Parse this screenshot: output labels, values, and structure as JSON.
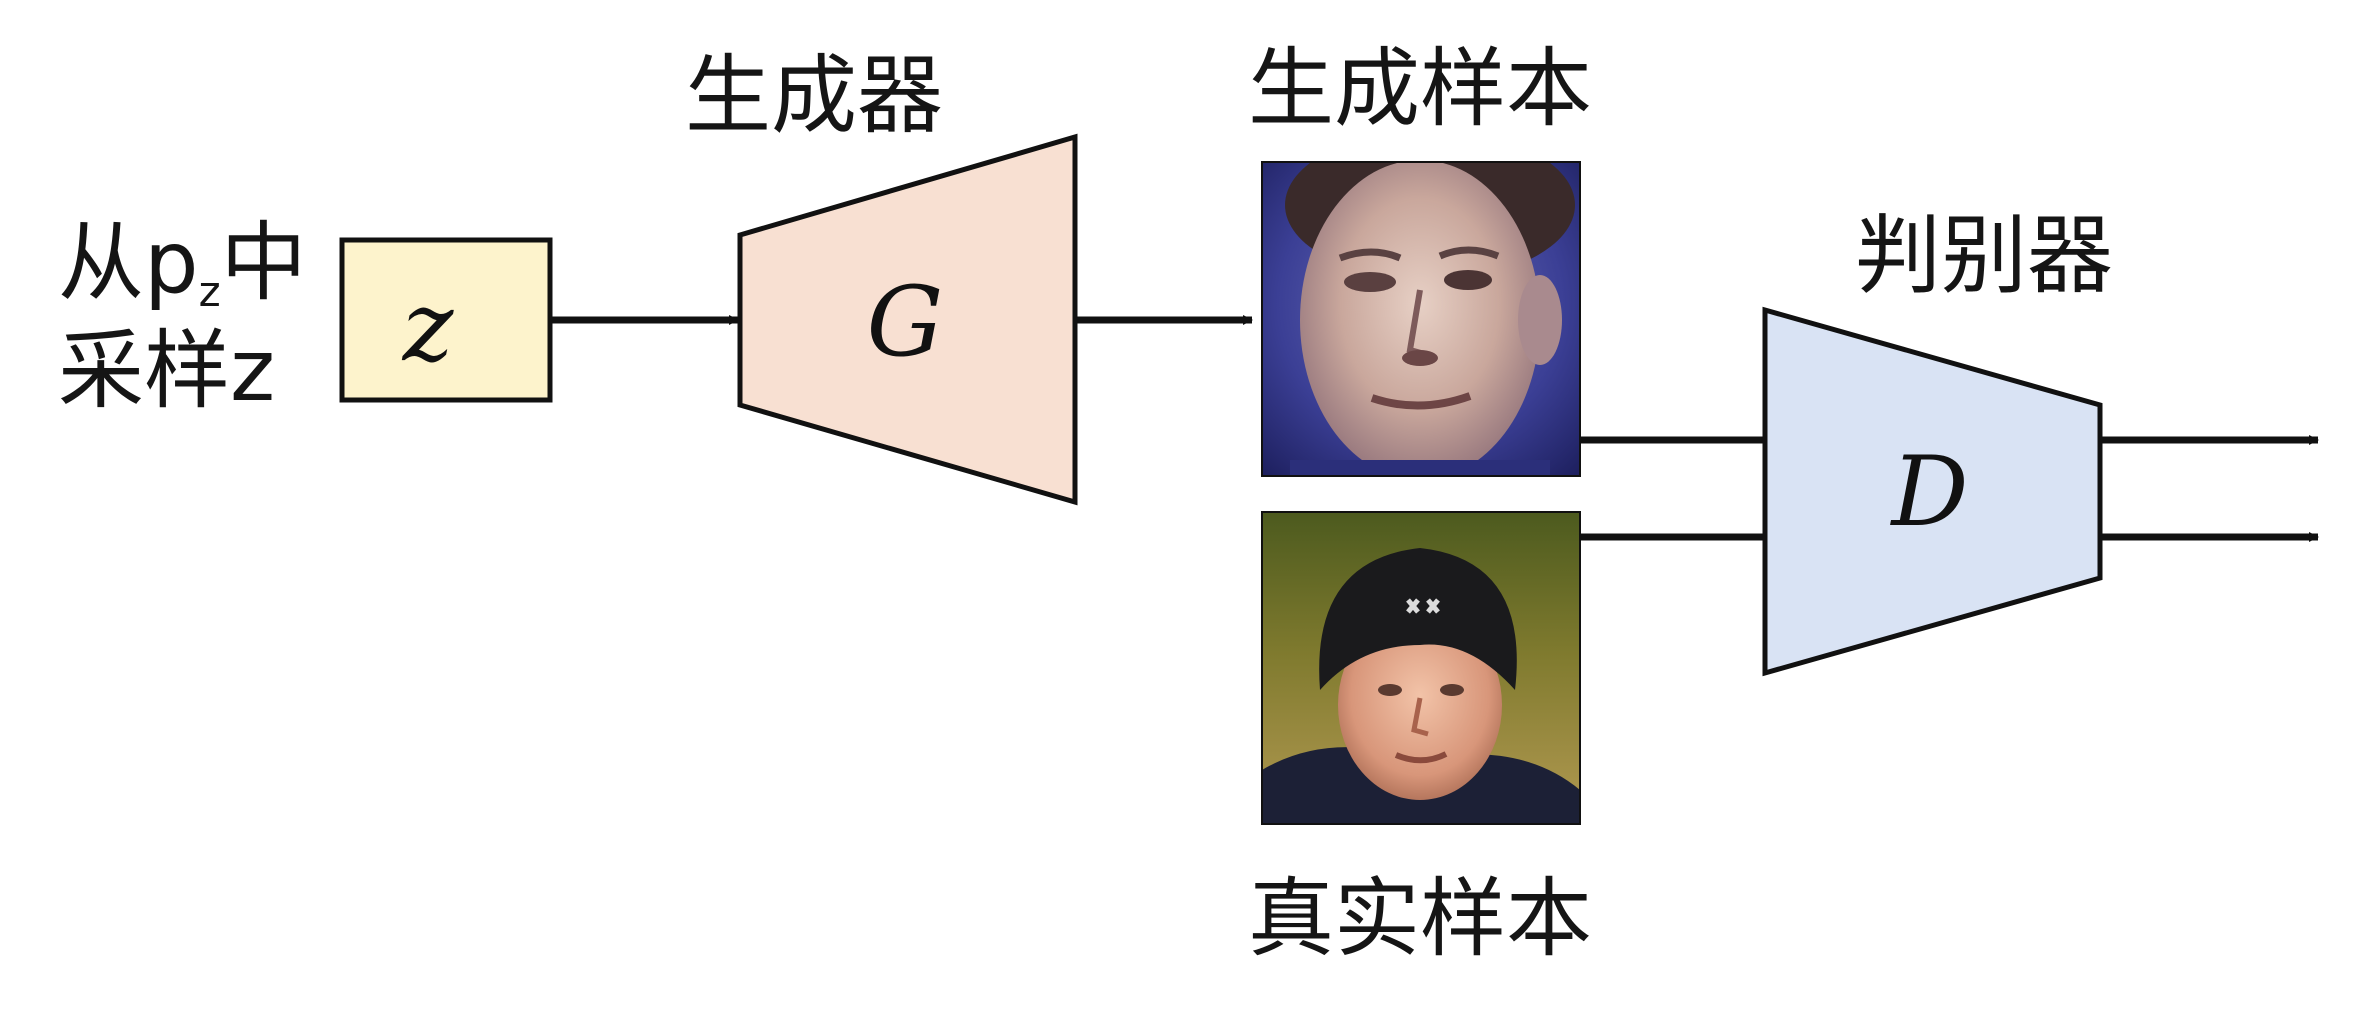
{
  "labels": {
    "sample_line1_prefix": "从p",
    "sample_line1_sub": "z",
    "sample_line1_suffix": "中",
    "sample_line2": "采样z",
    "generator_title": "生成器",
    "generated_samples_title": "生成样本",
    "real_samples_title": "真实样本",
    "discriminator_title": "判别器"
  },
  "nodes": {
    "z_box": {
      "text": "z",
      "fill": "#fdf3cc"
    },
    "generator": {
      "text": "G",
      "fill": "#f8e0d2"
    },
    "discriminator": {
      "text": "D",
      "fill": "#d9e3f4"
    }
  },
  "images": {
    "generated_face": "generated face sample",
    "real_face": "real face photo (man in black beanie)"
  },
  "colors": {
    "stroke": "#111111"
  }
}
